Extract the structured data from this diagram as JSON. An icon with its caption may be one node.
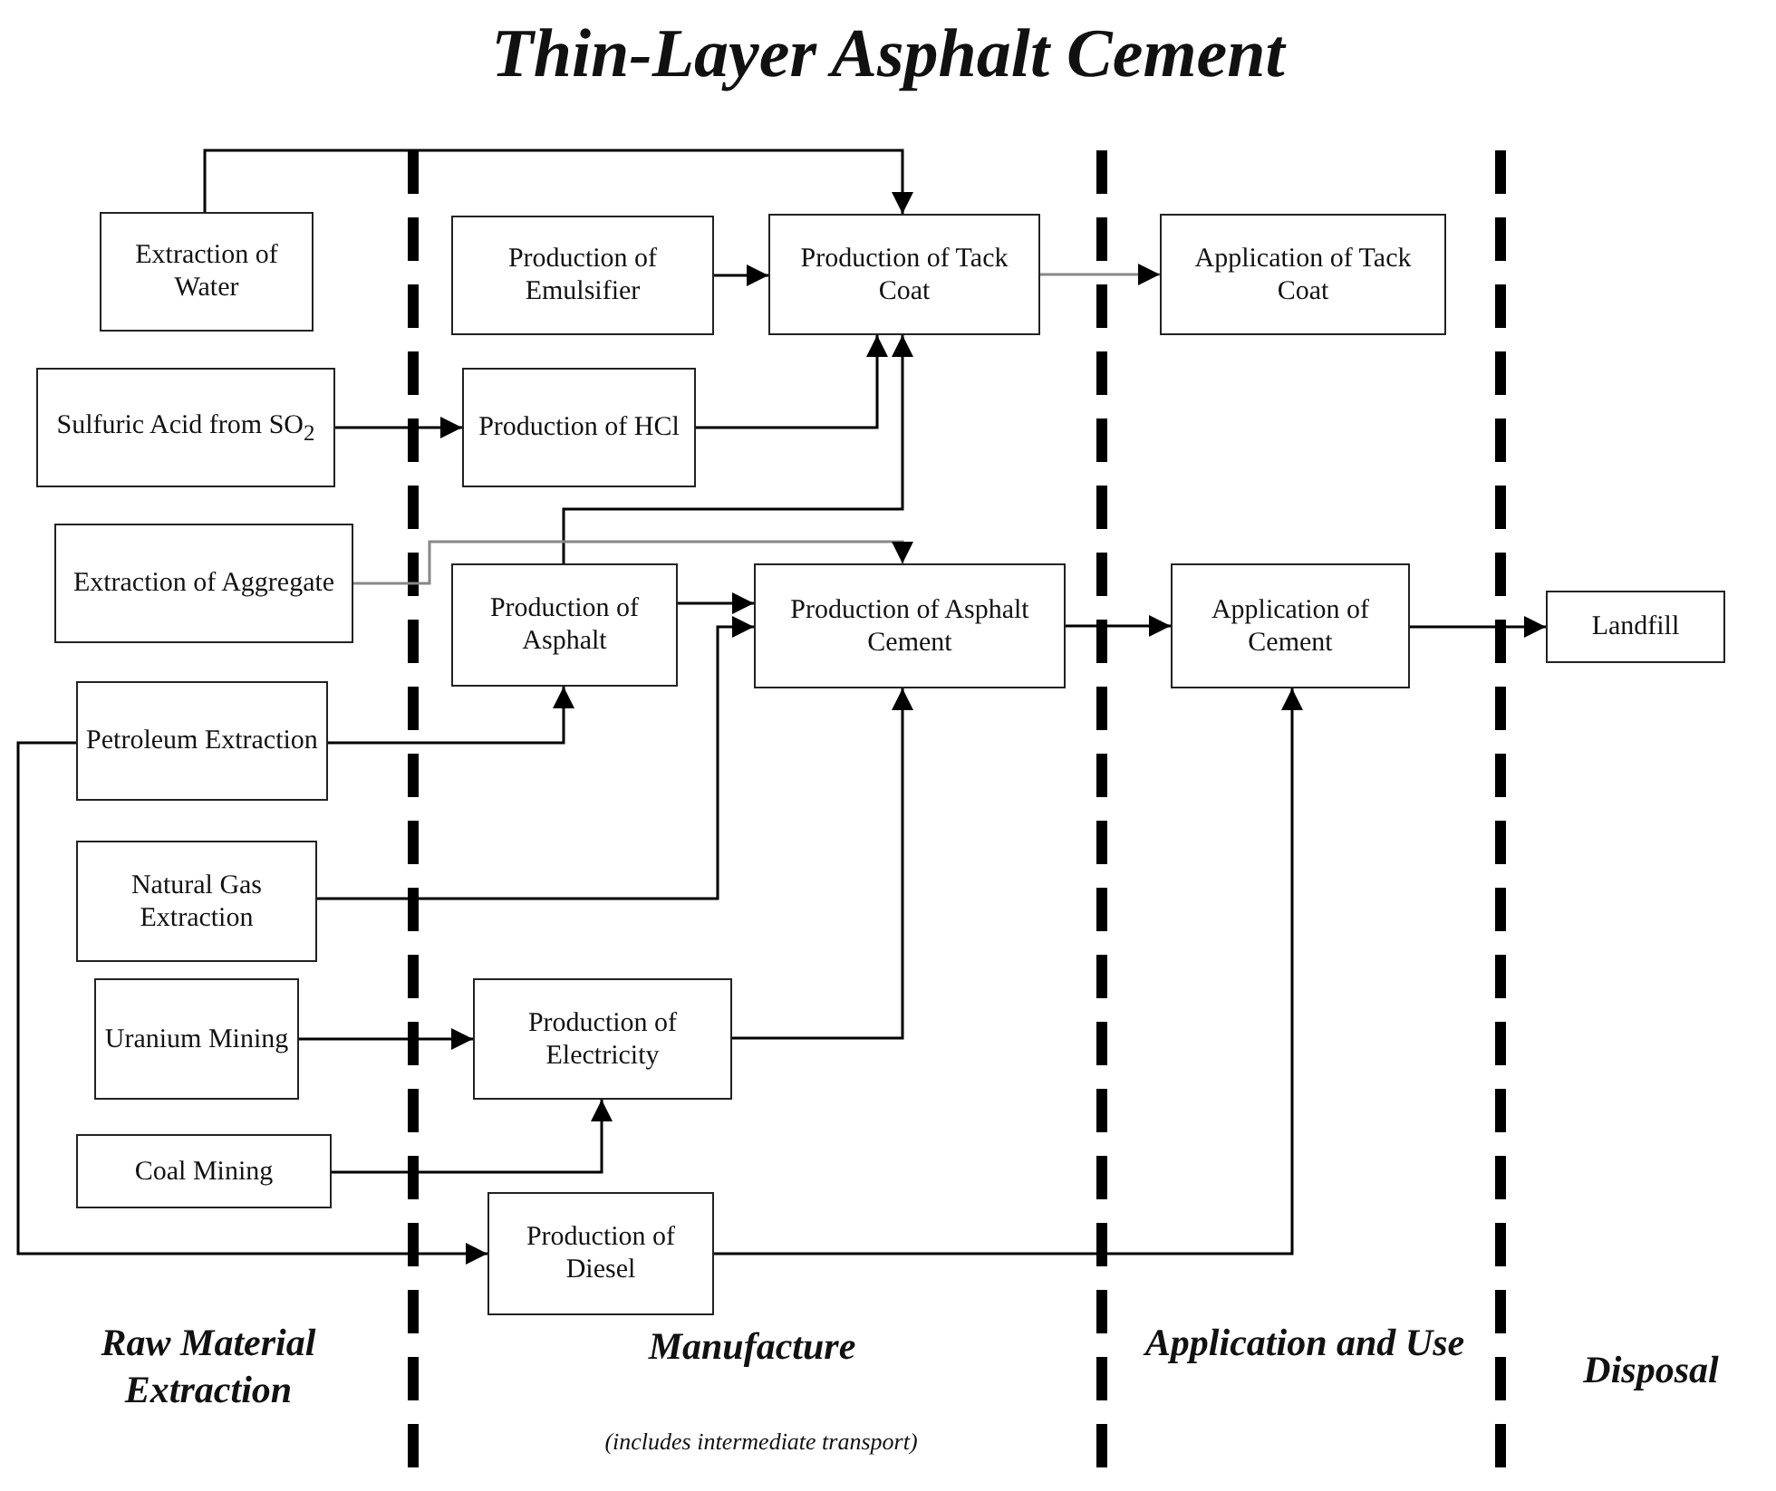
{
  "diagram": {
    "title": "Thin-Layer Asphalt Cement",
    "nodes": [
      {
        "text": [
          "Extraction of Water"
        ]
      },
      {
        "text": [
          "Production of Emulsifier"
        ]
      },
      {
        "text": [
          "Production of Tack Coat"
        ]
      },
      {
        "text": [
          "Application of Tack Coat"
        ]
      },
      {
        "text": [
          "Sulfuric Acid from SO$_{2}$"
        ]
      },
      {
        "text": [
          "Production of HCl"
        ]
      },
      {
        "text": [
          "Extraction of Aggregate"
        ]
      },
      {
        "text": [
          "Production of Asphalt"
        ]
      },
      {
        "text": [
          "Production of Asphalt Cement"
        ]
      },
      {
        "text": [
          "Application of Cement"
        ]
      },
      {
        "text": [
          "Landfill"
        ]
      },
      {
        "text": [
          "Petroleum Extraction"
        ]
      },
      {
        "text": [
          "Natural Gas Extraction"
        ]
      },
      {
        "text": [
          "Uranium Mining"
        ]
      },
      {
        "text": [
          "Production of Electricity"
        ]
      },
      {
        "text": [
          "Coal Mining"
        ]
      },
      {
        "text": [
          "Production of Diesel"
        ]
      }
    ],
    "edges": [
      {
        "from": 0,
        "to": 2,
        "arrow": "to"
      },
      {
        "from": 1,
        "to": 2,
        "arrow": "to"
      },
      {
        "from": 2,
        "to": 3,
        "arrow": "to",
        "color": "#888888"
      },
      {
        "from": 4,
        "to": 5,
        "arrow": "to"
      },
      {
        "from": 5,
        "to": 2,
        "arrow": "to"
      },
      {
        "from": 7,
        "to": 2,
        "arrow": "to"
      },
      {
        "from": 6,
        "to": 8,
        "arrow": "to",
        "color": "#888888"
      },
      {
        "from": 7,
        "to": 8,
        "arrow": "to"
      },
      {
        "from": 12,
        "to": 8,
        "arrow": "to"
      },
      {
        "from": 14,
        "to": 8,
        "arrow": "to"
      },
      {
        "from": 8,
        "to": 9,
        "arrow": "to"
      },
      {
        "from": 9,
        "to": 10,
        "arrow": "to"
      },
      {
        "from": 11,
        "to": 7,
        "arrow": "to"
      },
      {
        "from": 11,
        "to": 16,
        "arrow": "to"
      },
      {
        "from": 13,
        "to": 14,
        "arrow": "to"
      },
      {
        "from": 15,
        "to": 14,
        "arrow": "to"
      },
      {
        "from": 16,
        "to": 9,
        "arrow": "to"
      }
    ],
    "labels": [
      "Raw Material Extraction",
      "Manufacture",
      "(includes intermediate transport)",
      "Application and Use",
      "Disposal"
    ]
  }
}
